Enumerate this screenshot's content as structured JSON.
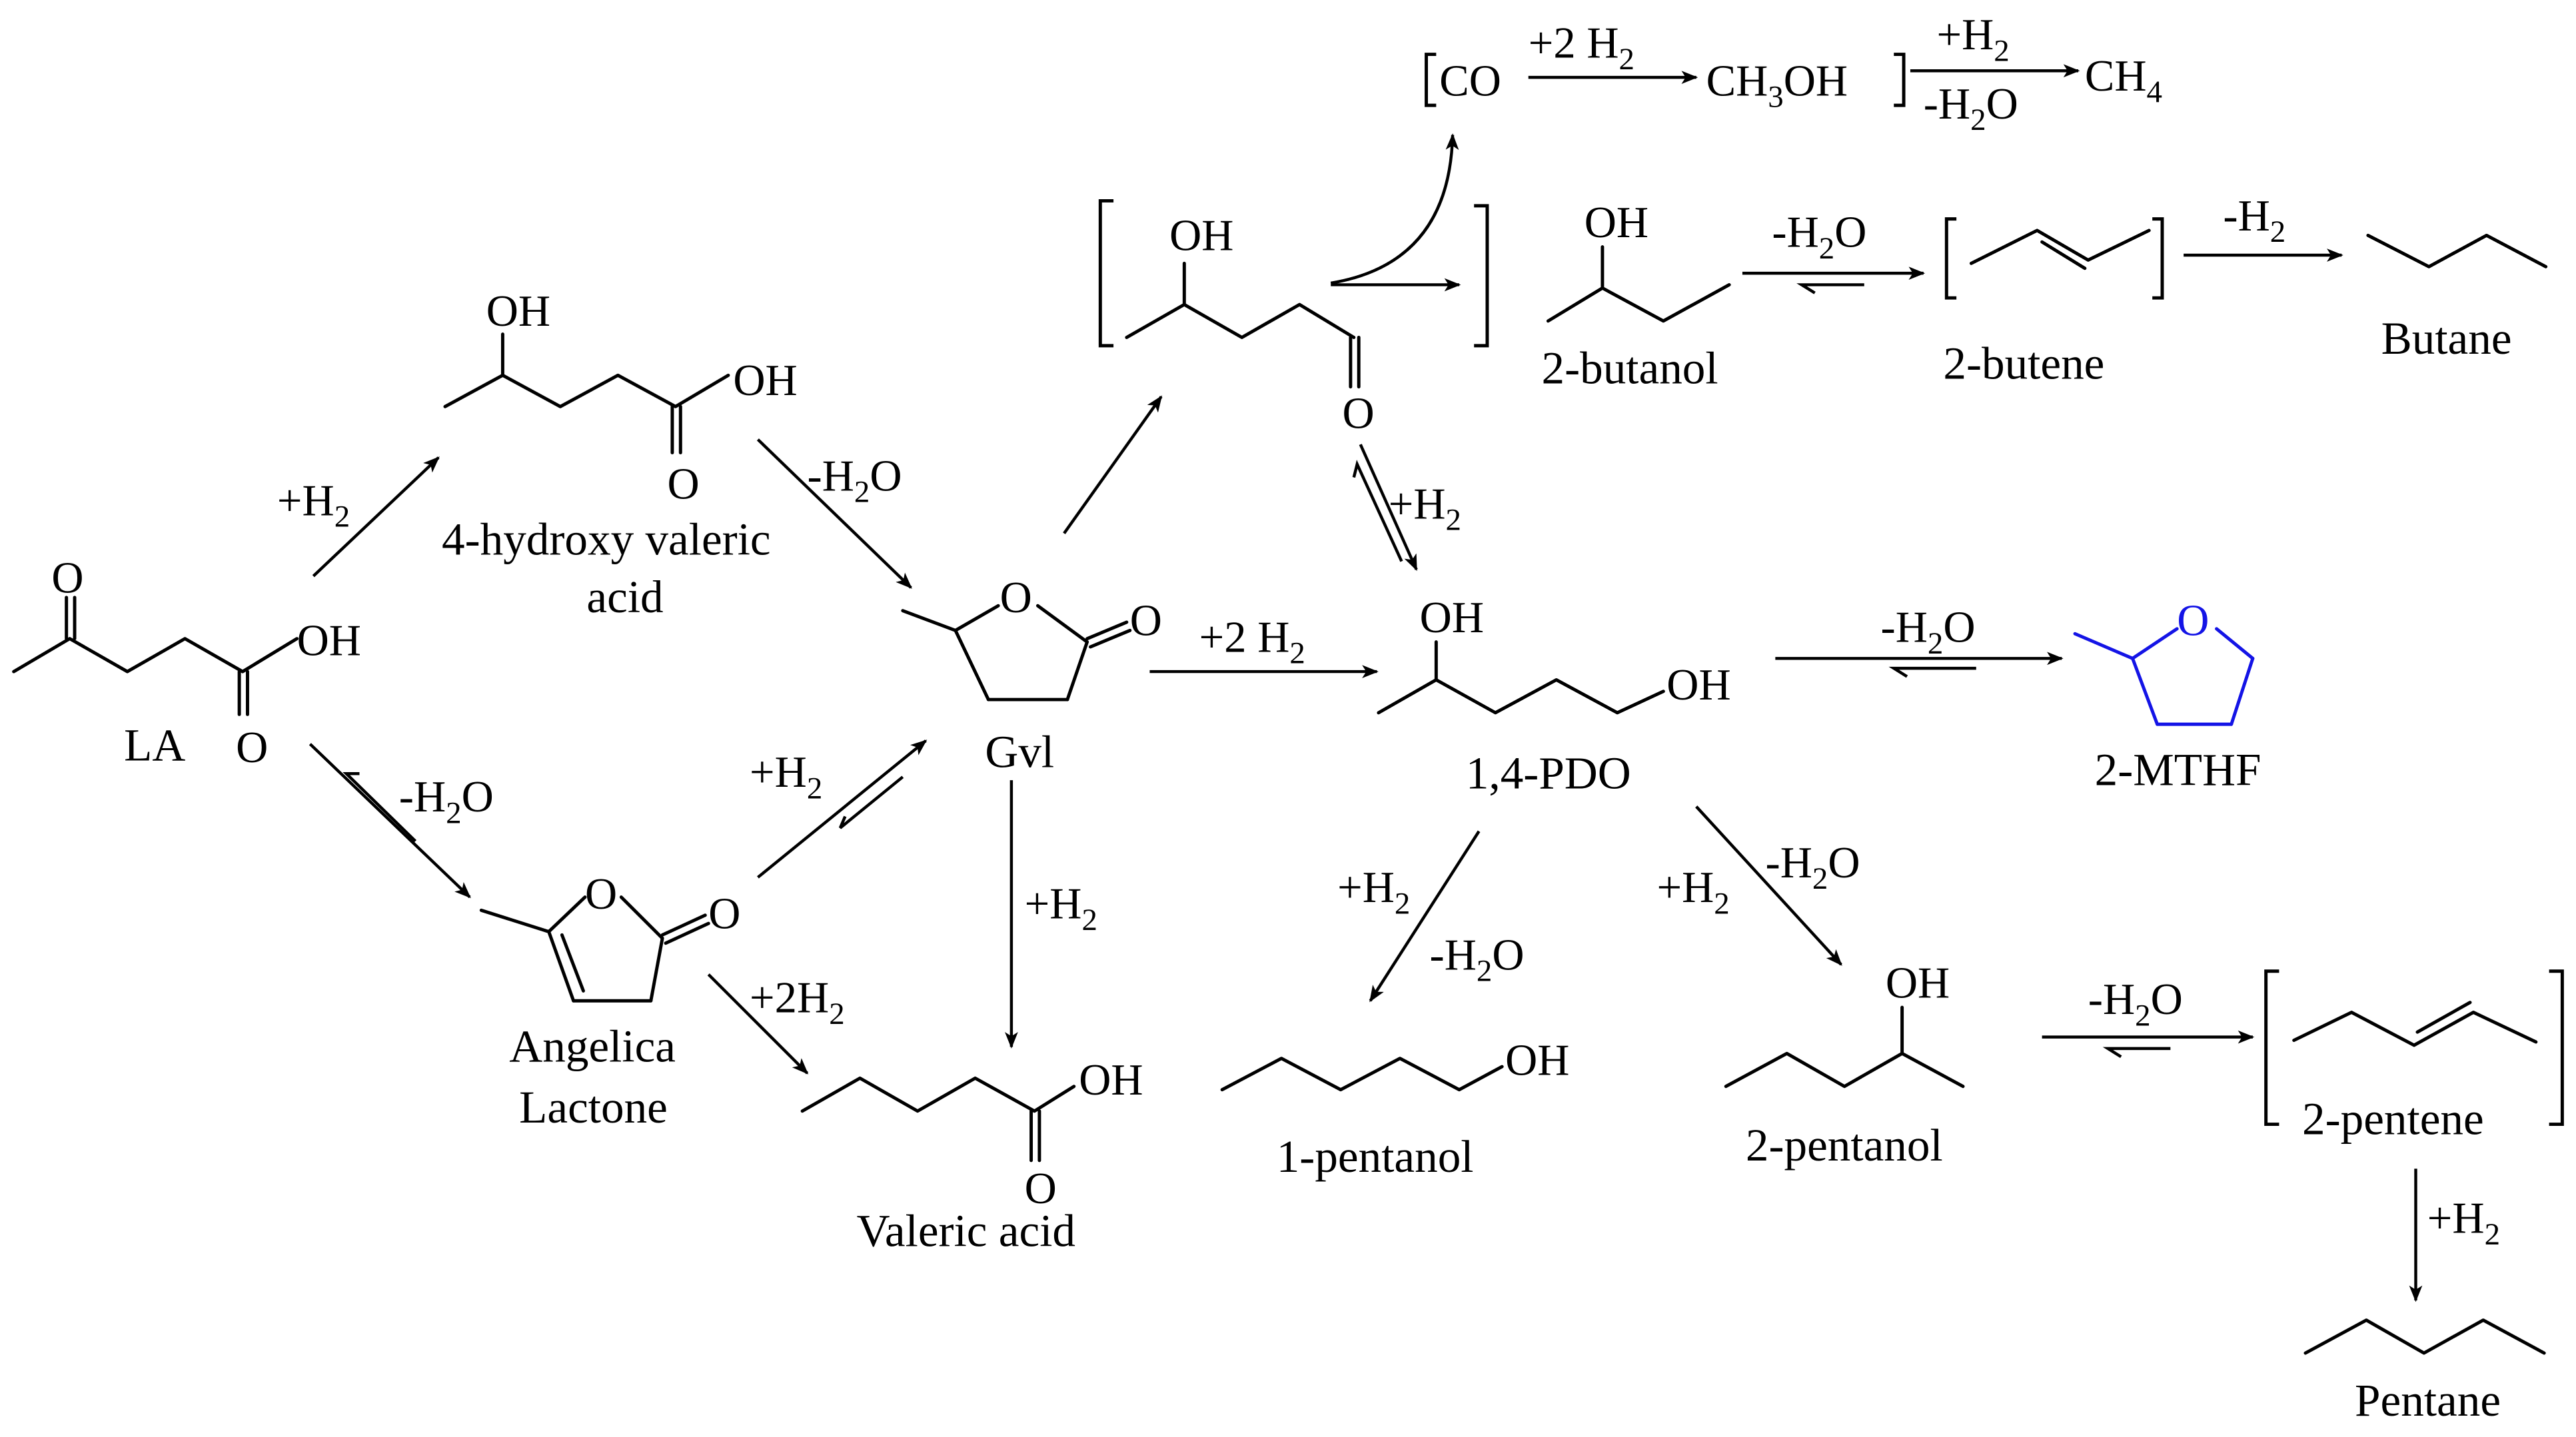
{
  "colors": {
    "ink": "#000000",
    "highlight": "#1414e6"
  },
  "compounds": {
    "la": "LA",
    "hva_line1": "4-hydroxy valeric",
    "hva_line2": "acid",
    "gvl": "Gvl",
    "angelica_line1": "Angelica",
    "angelica_line2": "Lactone",
    "valeric_acid": "Valeric acid",
    "pdo": "1,4-PDO",
    "mthf": "2-MTHF",
    "butanol2": "2-butanol",
    "butene2": "2-butene",
    "butane": "Butane",
    "pentanol1": "1-pentanol",
    "pentanol2": "2-pentanol",
    "pentene2": "2-pentene",
    "pentane": "Pentane"
  },
  "atoms": {
    "o": "O",
    "oh": "OH",
    "co": "CO",
    "ch3oh_a": "CH",
    "ch3oh_sub": "3",
    "ch3oh_b": "OH",
    "ch4_a": "CH",
    "ch4_sub": "4"
  },
  "conditions": {
    "h2_prefix": "+H",
    "h2_sub": "2",
    "h2o_prefix": "-H",
    "h2o_sub": "2",
    "h2o_suffix": "O",
    "two_h2_prefix": "+2 H",
    "two_h2_compact_prefix": "+2H"
  }
}
